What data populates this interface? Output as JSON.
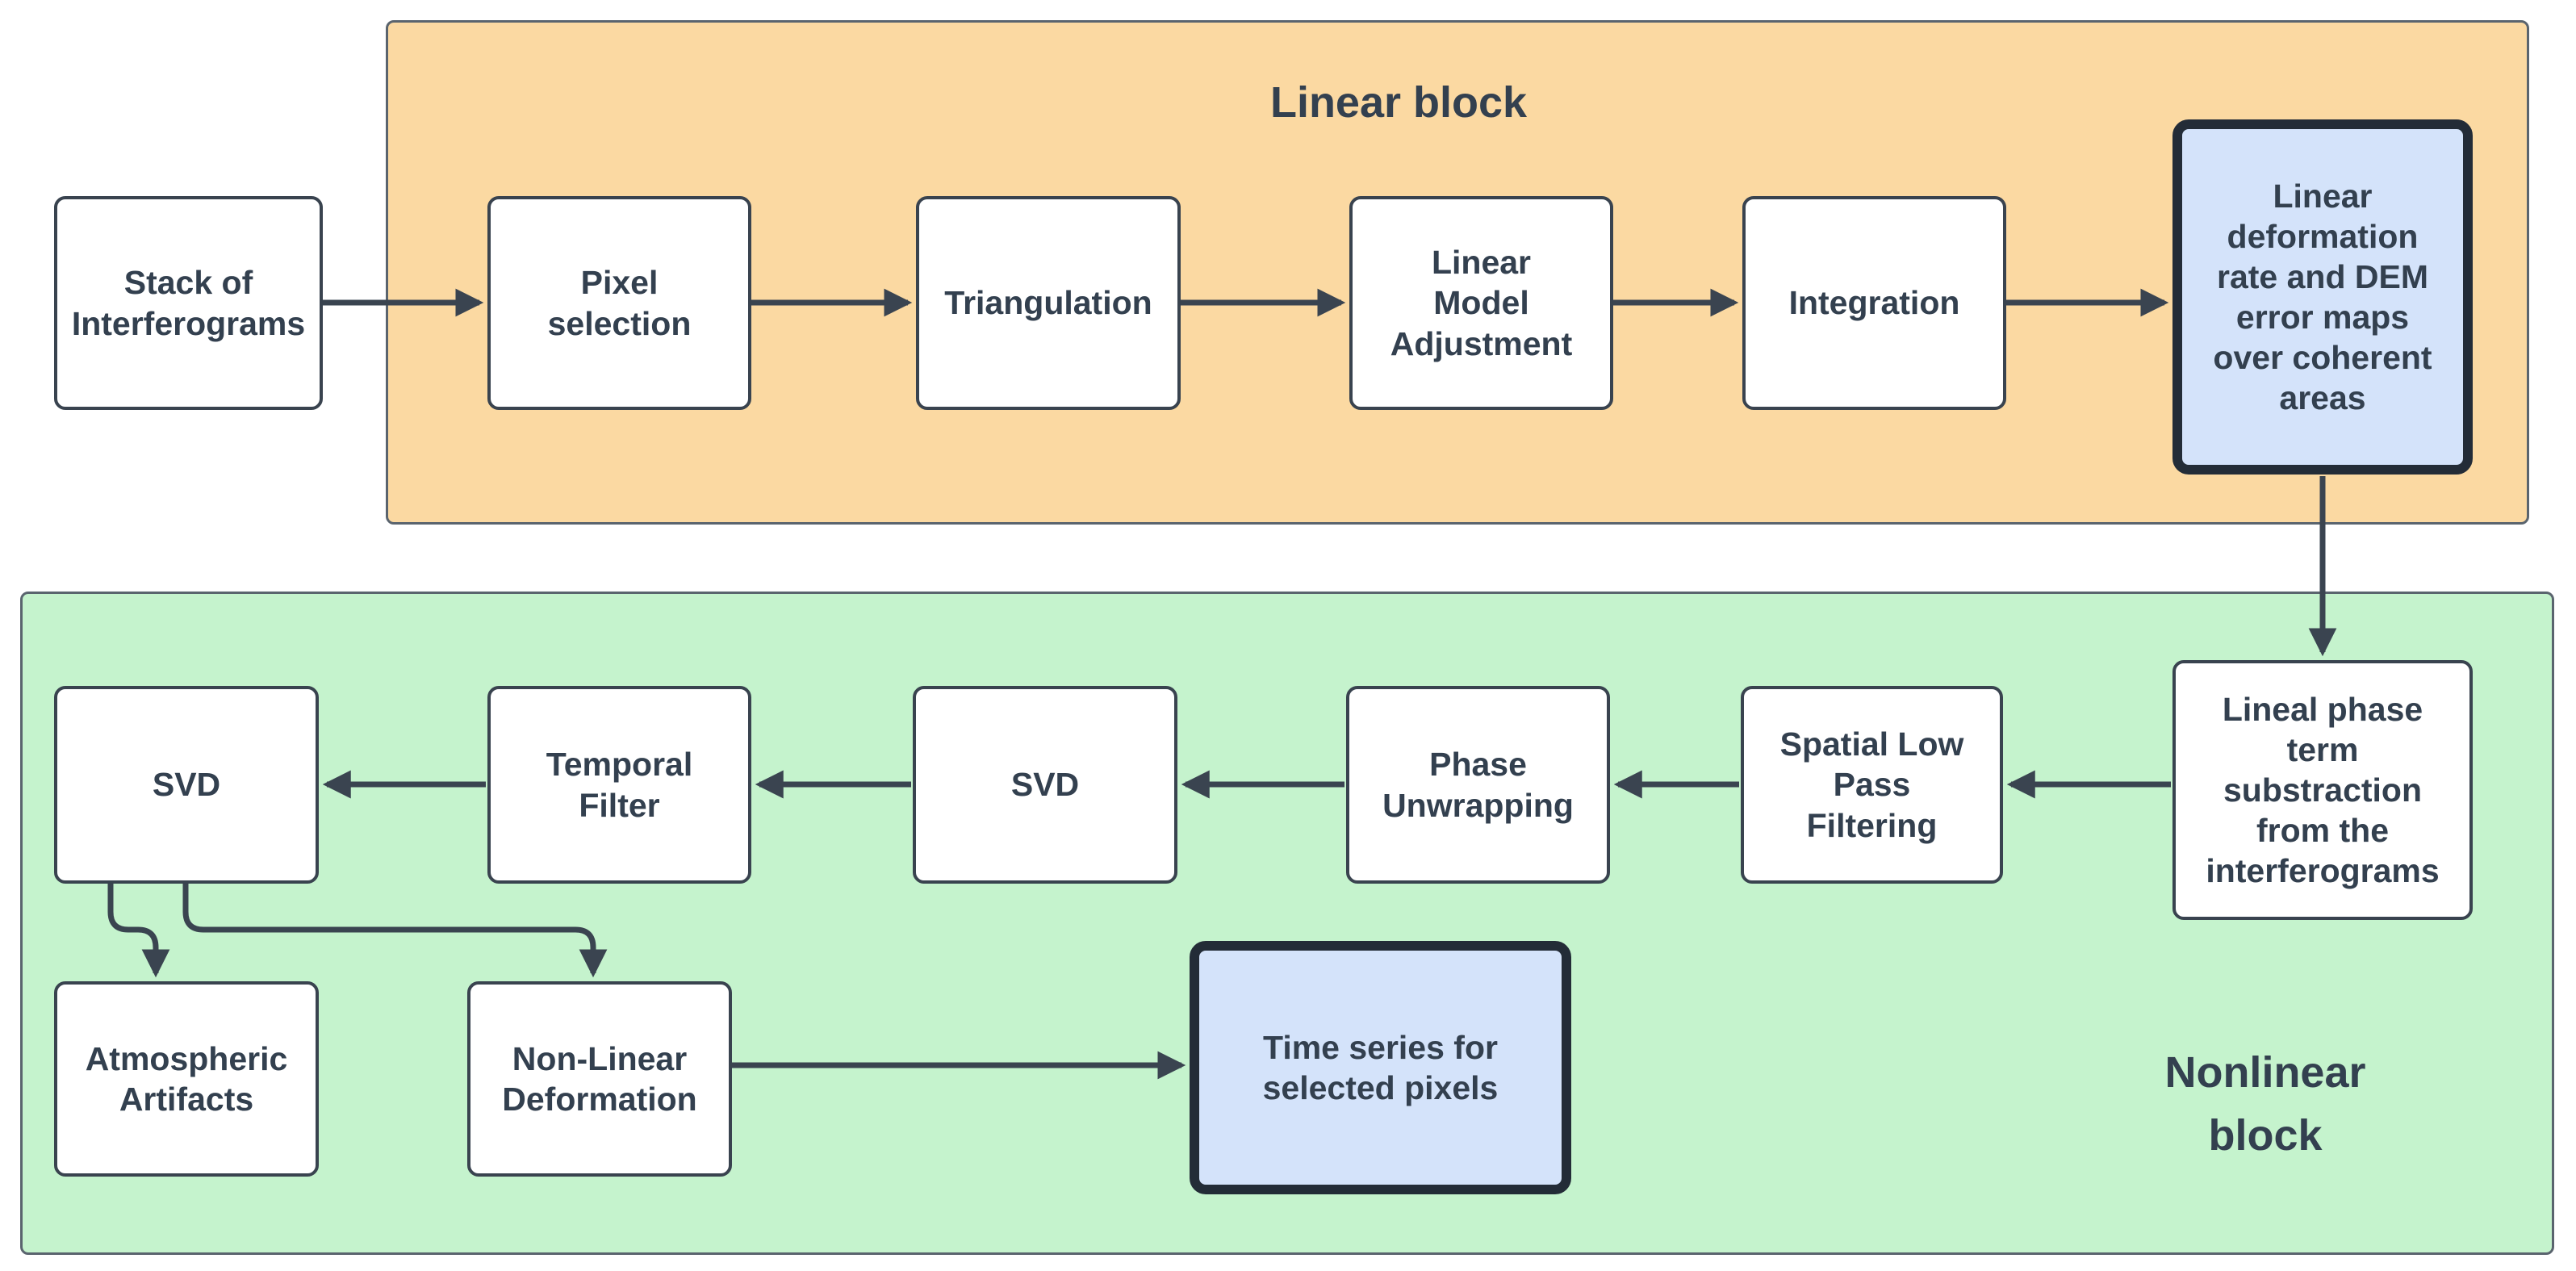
{
  "containers": {
    "linear": {
      "label": "Linear block"
    },
    "nonlinear": {
      "label": "Nonlinear\nblock"
    }
  },
  "nodes": {
    "stack": {
      "label": "Stack of\nInterferograms"
    },
    "pixel": {
      "label": "Pixel\nselection"
    },
    "triangulation": {
      "label": "Triangulation"
    },
    "lma": {
      "label": "Linear\nModel\nAdjustment"
    },
    "integration": {
      "label": "Integration"
    },
    "linear_output": {
      "label": "Linear\ndeformation\nrate and DEM\nerror maps\nover coherent\nareas"
    },
    "lineal_phase": {
      "label": "Lineal phase\nterm\nsubstraction\nfrom the\ninterferograms"
    },
    "spatial": {
      "label": "Spatial Low\nPass\nFiltering"
    },
    "phase_unwrap": {
      "label": "Phase\nUnwrapping"
    },
    "svd_mid": {
      "label": "SVD"
    },
    "temporal": {
      "label": "Temporal\nFilter"
    },
    "svd_left": {
      "label": "SVD"
    },
    "atmospheric": {
      "label": "Atmospheric\nArtifacts"
    },
    "nonlinear_def": {
      "label": "Non-Linear\nDeformation"
    },
    "time_series": {
      "label": "Time series for\nselected pixels"
    }
  },
  "colors": {
    "orange_fill": "#FBD9A2",
    "green_fill": "#C5F3CD",
    "blue_fill": "#D4E3FA",
    "container_border": "#5A646E",
    "node_border": "#39434F",
    "blue_border": "#232C37",
    "text_color": "#33404F",
    "arrow_color": "#3A4450",
    "page_bg": "#FFFFFF"
  }
}
